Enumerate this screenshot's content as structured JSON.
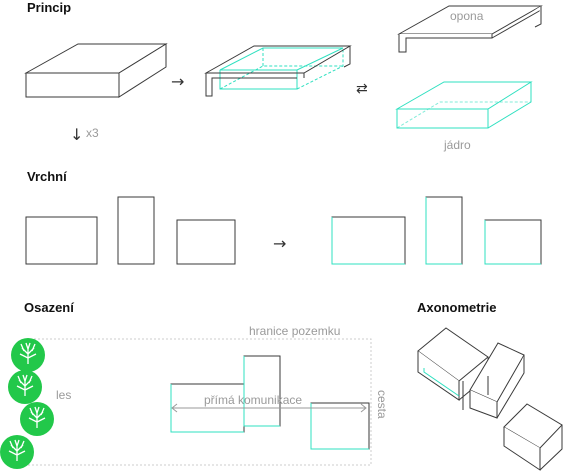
{
  "sections": {
    "princip": "Princip",
    "vrchni": "Vrchní",
    "osazeni": "Osazení",
    "axonometrie": "Axonometrie"
  },
  "labels": {
    "opona": "opona",
    "jadro": "jádro",
    "times": "x3",
    "hranice": "hranice pozemku",
    "les": "les",
    "komunikace": "přímá komunikace",
    "cesta": "cesta"
  },
  "colors": {
    "line": "#3a3a3a",
    "accent": "#2fe0c0",
    "tree": "#22c84a",
    "muted": "#9a9a9a"
  }
}
